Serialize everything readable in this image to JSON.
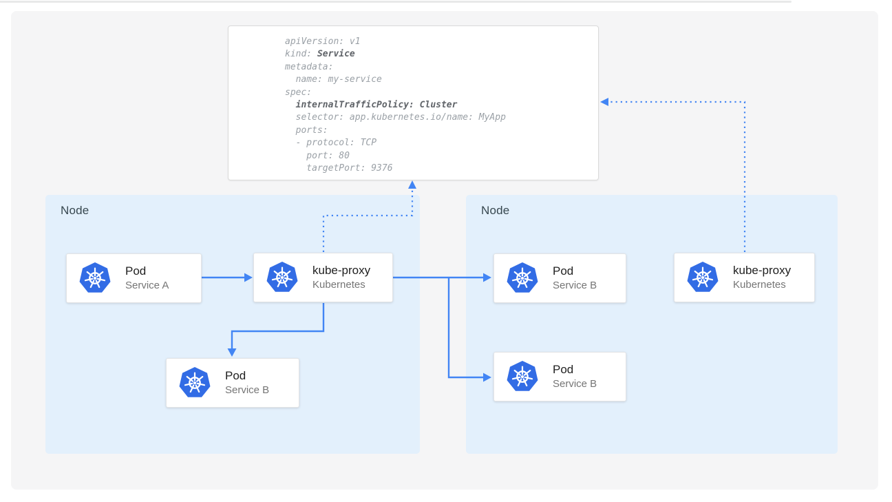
{
  "code_card": {
    "language": "yaml",
    "lines": [
      [
        {
          "t": "apiVersion: v1"
        }
      ],
      [
        {
          "t": "kind: "
        },
        {
          "t": "Service",
          "b": true
        }
      ],
      [
        {
          "t": "metadata:"
        }
      ],
      [
        {
          "t": "  name: my-service"
        }
      ],
      [
        {
          "t": "spec:"
        }
      ],
      [
        {
          "t": "  "
        },
        {
          "t": "internalTrafficPolicy: Cluster",
          "b": true
        }
      ],
      [
        {
          "t": "  selector: app.kubernetes.io/name: MyApp"
        }
      ],
      [
        {
          "t": "  ports:"
        }
      ],
      [
        {
          "t": "  - protocol: TCP"
        }
      ],
      [
        {
          "t": "    port: 80"
        }
      ],
      [
        {
          "t": "    targetPort: 9376"
        }
      ]
    ]
  },
  "nodes": [
    {
      "label": "Node",
      "cards": [
        {
          "title": "Pod",
          "subtitle": "Service A"
        },
        {
          "title": "kube-proxy",
          "subtitle": "Kubernetes"
        },
        {
          "title": "Pod",
          "subtitle": "Service B"
        }
      ]
    },
    {
      "label": "Node",
      "cards": [
        {
          "title": "Pod",
          "subtitle": "Service B"
        },
        {
          "title": "kube-proxy",
          "subtitle": "Kubernetes"
        },
        {
          "title": "Pod",
          "subtitle": "Service B"
        }
      ]
    }
  ],
  "icons": {
    "kubernetes_logo": "kubernetes-helm-wheel"
  },
  "colors": {
    "arrow_blue": "#4285f4",
    "node_fill": "#e3f0fc",
    "panel_bg": "#f5f5f6",
    "k8s_logo_blue": "#326ce5",
    "card_title": "#212121",
    "card_subtitle": "#757575",
    "code_regular": "#9aa0a6",
    "code_bold": "#5f6368",
    "node_label": "#37474f"
  }
}
